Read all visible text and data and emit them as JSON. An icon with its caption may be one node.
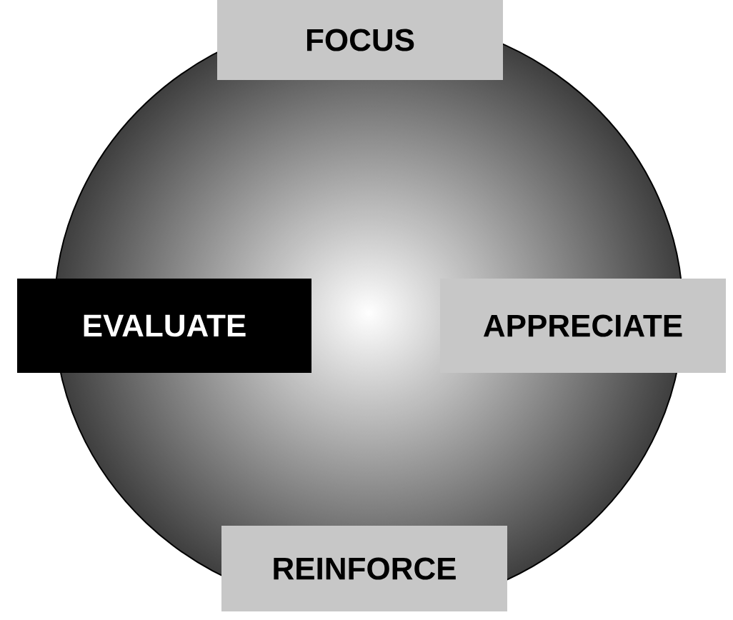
{
  "diagram": {
    "nodes": [
      {
        "text": [
          "FOCUS"
        ]
      },
      {
        "text": [
          "EVALUATE"
        ]
      },
      {
        "text": [
          "APPRECIATE"
        ]
      },
      {
        "text": [
          "REINFORCE"
        ]
      }
    ]
  }
}
